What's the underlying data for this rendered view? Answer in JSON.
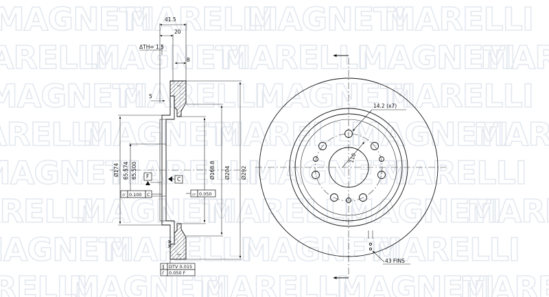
{
  "watermark": {
    "words": [
      "MAGNETI",
      "MARELLI"
    ]
  },
  "side_view": {
    "dim_overall_width": "41.5",
    "dim_hub_width": "20",
    "dim_th": "ΔTH= 1.5",
    "dim_disc_thickness": "8",
    "dim_offset": "5",
    "dim_d174": "Ø174",
    "dim_d65_574": "65.574",
    "dim_d65_500": "65.500",
    "dim_d168_8": "Ø168.8",
    "dim_d204": "Ø204",
    "dim_d292": "Ø292",
    "datum_f": "F",
    "datum_c": "C",
    "tol_runout_value": "0.100",
    "tol_runout_ref": "C",
    "tol_flat_value": "0.050",
    "tol_dtv": "DTV 0.015",
    "tol_parallel": "0.050 F",
    "section_mark": "A-A"
  },
  "front_view": {
    "hole_spec": "14.2 (x7)",
    "pcd": "110",
    "fins_label": "43 FINS"
  }
}
